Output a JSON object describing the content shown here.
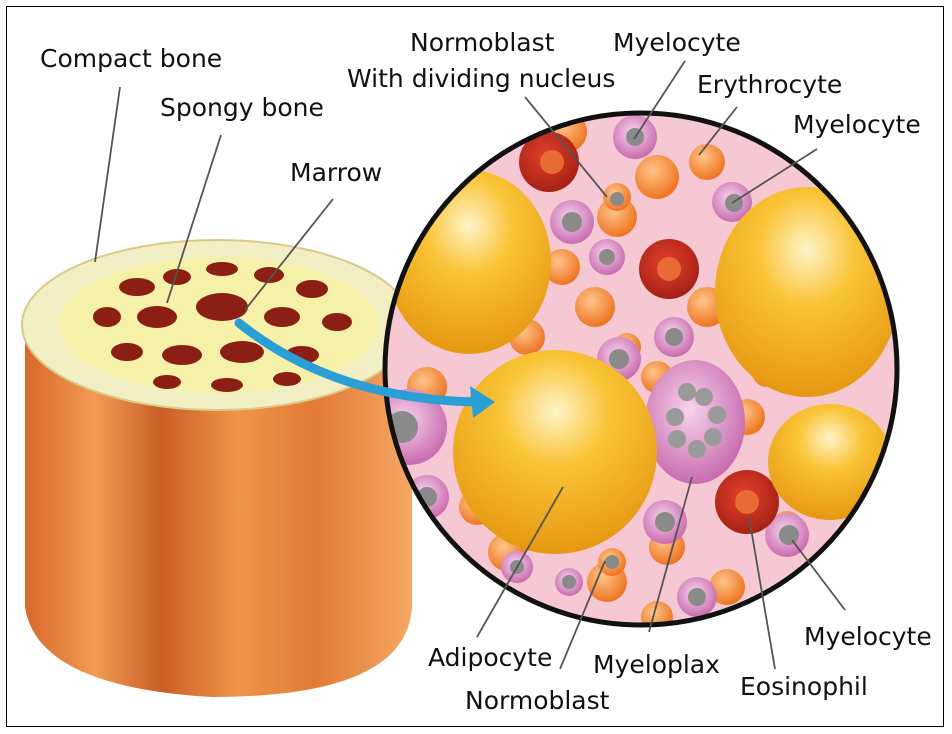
{
  "labels": {
    "compact_bone": "Compact bone",
    "spongy_bone": "Spongy bone",
    "marrow": "Marrow",
    "normoblast_dividing_line1": "Normoblast",
    "normoblast_dividing_line2": "With dividing nucleus",
    "myelocyte_top": "Myelocyte",
    "erythrocyte": "Erythrocyte",
    "myelocyte_right": "Myelocyte",
    "myelocyte_bottom": "Myelocyte",
    "adipocyte": "Adipocyte",
    "normoblast": "Normoblast",
    "myeloplax": "Myeloplax",
    "eosinophil": "Eosinophil"
  },
  "colors": {
    "bone_orange": "#e9843c",
    "bone_top": "#f3efc4",
    "marrow_red": "#8c1f14",
    "adipocyte_yellow": "#f4b41e",
    "erythrocyte_orange": "#f6882e",
    "plasma_pink": "#f6c8d4",
    "arrow_blue": "#2a9fd6"
  }
}
